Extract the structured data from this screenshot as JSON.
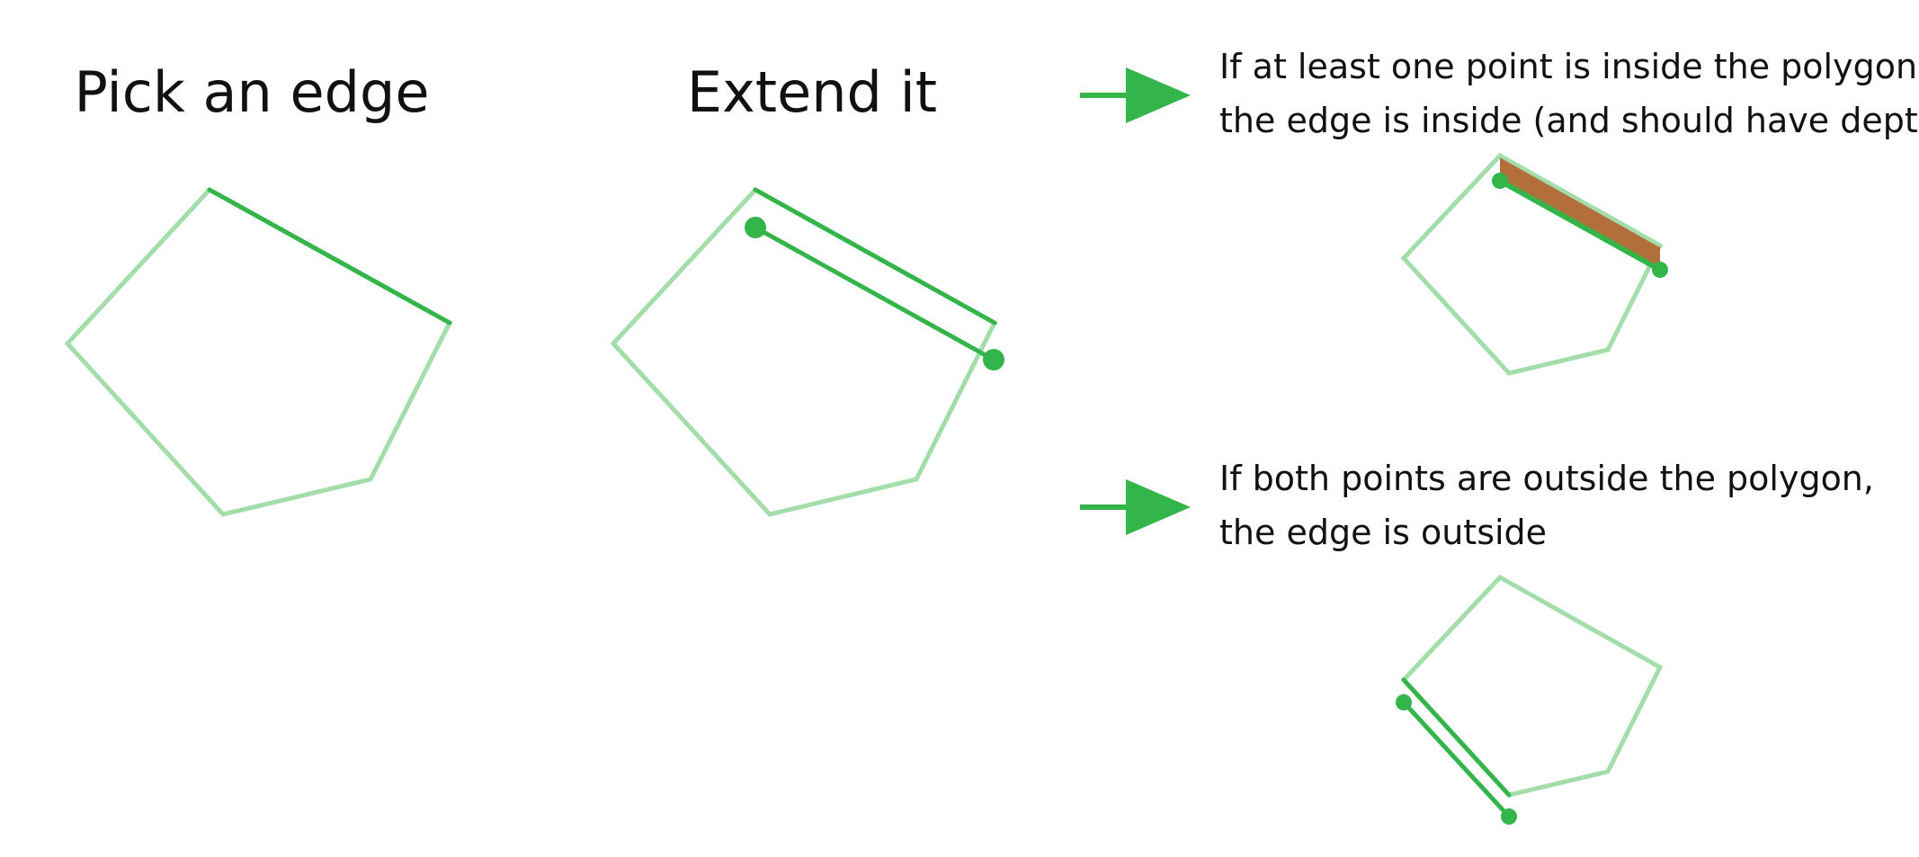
{
  "titles": {
    "pick": "Pick an edge",
    "extend": "Extend it"
  },
  "cases": {
    "inside": {
      "line1": "If at least one point is inside the polygon,",
      "line2": "the edge is inside (and should have depth)"
    },
    "outside": {
      "line1": "If both points are outside the polygon,",
      "line2": "the edge is outside"
    }
  },
  "colors": {
    "polygon_outline": "#a3ddaa",
    "selected_edge": "#33b54a",
    "arrow": "#33b54a",
    "depth_fill": "#b36f3b"
  }
}
